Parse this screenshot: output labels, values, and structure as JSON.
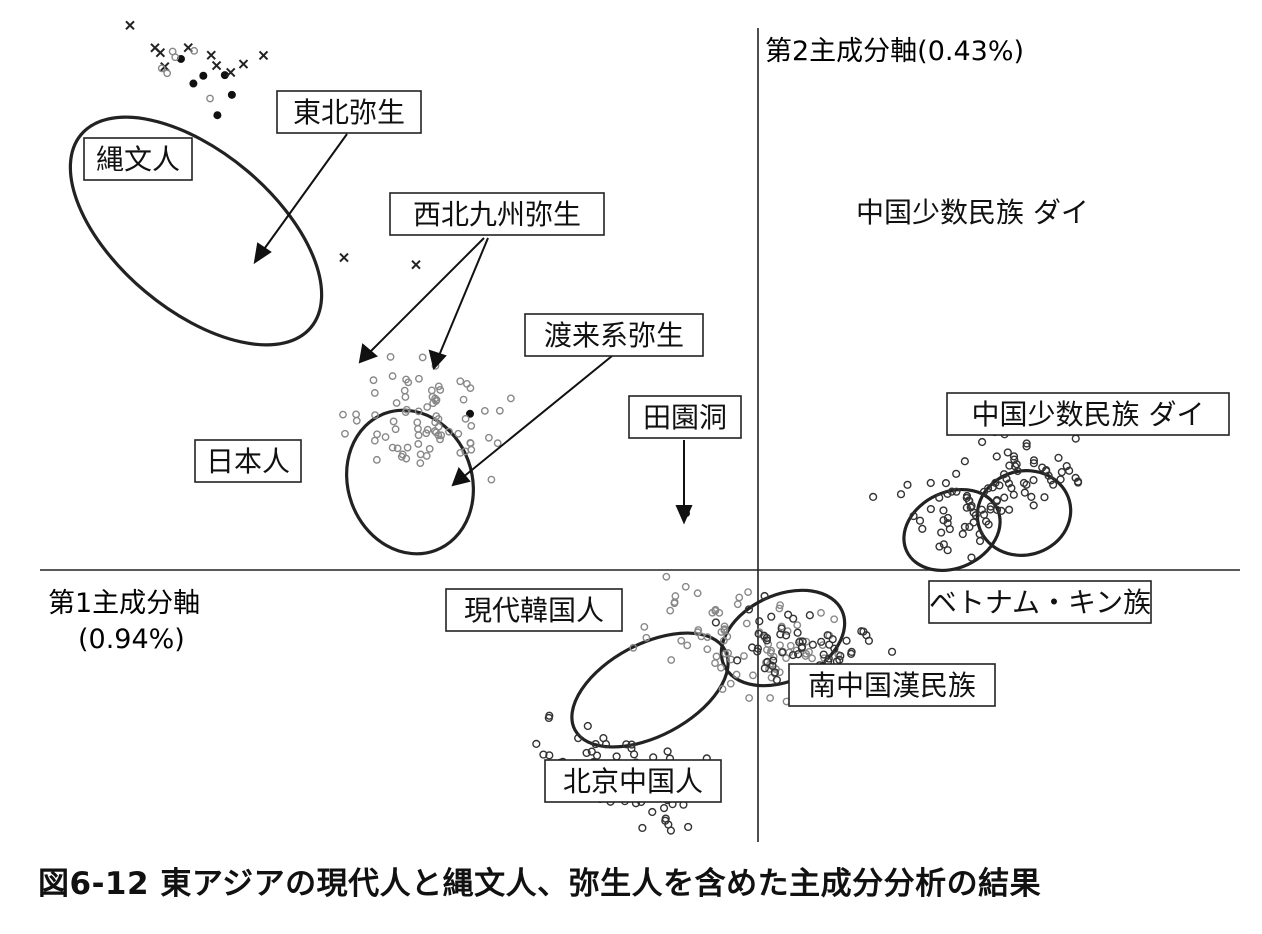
{
  "chart_data": {
    "type": "scatter",
    "title": "",
    "xlabel": "第1主成分軸",
    "xlabel_pct": "(0.94%)",
    "ylabel": "第2主成分軸(0.43%)",
    "axes_ticks": "none",
    "grid": false,
    "labels": {
      "jomon": "縄文人",
      "tohoku_yayoi": "東北弥生",
      "nw_kyushu_yayoi": "西北九州弥生",
      "toraikei_yayoi": "渡来系弥生",
      "denendo": "田園洞",
      "japanese": "日本人",
      "dai_top": "中国少数民族 ダイ",
      "dai_box": "中国少数民族 ダイ",
      "modern_korean": "現代韓国人",
      "vietnam_kinh": "ベトナム・キン族",
      "south_china_han": "南中国漢民族",
      "beijing_chinese": "北京中国人"
    },
    "groups": [
      {
        "key": "jomon",
        "center": [
          -0.62,
          0.7
        ],
        "marker": "dot+x",
        "n": 18
      },
      {
        "key": "tohoku_yayoi",
        "center": [
          -0.58,
          0.72
        ],
        "marker": "x",
        "n": 4
      },
      {
        "key": "nw_kyushu_yayoi",
        "points": [
          [
            -0.46,
            0.44
          ],
          [
            -0.38,
            0.43
          ]
        ],
        "marker": "x"
      },
      {
        "key": "toraikei_yayoi",
        "center": [
          -0.32,
          0.22
        ],
        "marker": "dot",
        "n": 1
      },
      {
        "key": "japanese",
        "center": [
          -0.36,
          0.21
        ],
        "marker": "open-gray",
        "n": 80
      },
      {
        "key": "denendo",
        "points": [
          [
            -0.08,
            0.08
          ]
        ],
        "marker": "dot"
      },
      {
        "key": "modern_korean",
        "center": [
          0.0,
          -0.11
        ],
        "marker": "open-gray",
        "n": 90
      },
      {
        "key": "beijing_chinese",
        "center": [
          -0.15,
          -0.28
        ],
        "marker": "open",
        "n": 70
      },
      {
        "key": "south_china_han",
        "center": [
          0.07,
          -0.12
        ],
        "marker": "open",
        "n": 70
      },
      {
        "key": "vietnam_kinh",
        "center": [
          0.22,
          0.08
        ],
        "marker": "open",
        "n": 50
      },
      {
        "key": "dai_box",
        "center": [
          0.3,
          0.14
        ],
        "marker": "open",
        "n": 50
      }
    ]
  },
  "caption": "図6-12 東アジアの現代人と縄文人、弥生人を含めた主成分分析の結果"
}
